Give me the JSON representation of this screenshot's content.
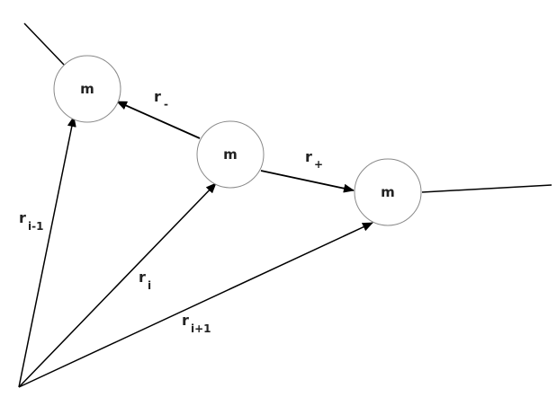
{
  "colors": {
    "line": "#000000",
    "circle_stroke": "#8a8a8a",
    "text": "#222222"
  },
  "masses": [
    {
      "id": "left",
      "label": "m"
    },
    {
      "id": "center",
      "label": "m"
    },
    {
      "id": "right",
      "label": "m"
    }
  ],
  "vectors": {
    "r_minus": {
      "base": "r",
      "sub": "-"
    },
    "r_plus": {
      "base": "r",
      "sub": "+"
    },
    "r_i_minus_1": {
      "base": "r",
      "sub": "i-1"
    },
    "r_i": {
      "base": "r",
      "sub": "i"
    },
    "r_i_plus_1": {
      "base": "r",
      "sub": "i+1"
    }
  }
}
